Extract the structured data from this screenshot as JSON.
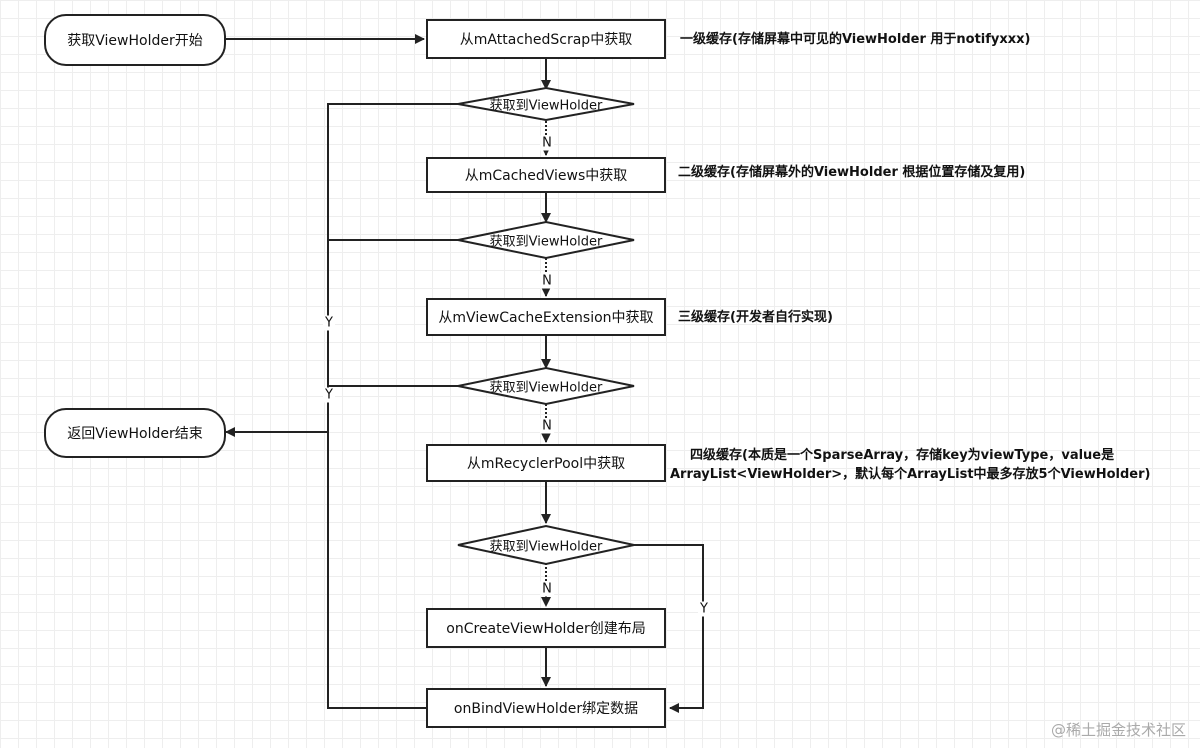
{
  "nodes": {
    "start": "获取ViewHolder开始",
    "end": "返回ViewHolder结束",
    "step1": "从mAttachedScrap中获取",
    "step2": "从mCachedViews中获取",
    "step3": "从mViewCacheExtension中获取",
    "step4": "从mRecyclerPool中获取",
    "create": "onCreateViewHolder创建布局",
    "bind": "onBindViewHolder绑定数据",
    "decision": "获取到ViewHolder"
  },
  "edge_labels": {
    "no": "N",
    "yes": "Y"
  },
  "notes": {
    "level1": "一级缓存(存储屏幕中可见的ViewHolder 用于notifyxxx)",
    "level2": "二级缓存(存储屏幕外的ViewHolder 根据位置存储及复用)",
    "level3": "三级缓存(开发者自行实现)",
    "level4_line1": "四级缓存(本质是一个SparseArray，存储key为viewType，value是",
    "level4_line2": "ArrayList<ViewHolder>，默认每个ArrayList中最多存放5个ViewHolder)"
  },
  "watermark": "@稀土掘金技术社区"
}
